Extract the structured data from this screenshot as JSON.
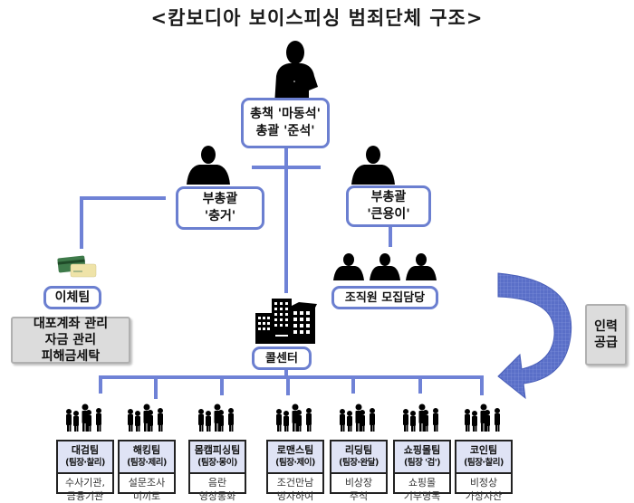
{
  "title": "<캄보디아 보이스피싱 범죄단체 구조>",
  "colors": {
    "connector": "#6f82d6",
    "box_border": "#6b7fd0",
    "gray_box": "#dcdcdc",
    "team_header": "#dfe3f5",
    "arrow": "#6a7fd6"
  },
  "leader": {
    "icon": "person-silhouette-icon",
    "lines": [
      "총책 '마동석'",
      "총괄 '준석'"
    ]
  },
  "deputies": [
    {
      "icon": "person-silhouette-icon",
      "lines": [
        "부총괄",
        "'충거'"
      ]
    },
    {
      "icon": "person-silhouette-icon",
      "lines": [
        "부총괄",
        "'큰용이'"
      ]
    }
  ],
  "transfer_team": {
    "icon": "bank-cards-icon",
    "label": "이체팀",
    "duties": [
      "대포계좌 관리",
      "자금 관리",
      "피해금세탁"
    ]
  },
  "recruiting": {
    "icon": "group-silhouette-icon",
    "label": "조직원 모집담당"
  },
  "call_center": {
    "icon": "building-icon",
    "label": "콜센터"
  },
  "supply": {
    "icon": "curved-arrow-icon",
    "lines": [
      "인력",
      "공급"
    ]
  },
  "teams": [
    {
      "name": "대검팀",
      "lead": "(팀장·찰리)",
      "desc": [
        "수사기관,",
        "금융기관"
      ]
    },
    {
      "name": "해킹팀",
      "lead": "(팀장·제리)",
      "desc": [
        "설문조사",
        "미끼로"
      ]
    },
    {
      "name": "몸캠피싱팀",
      "lead": "(팀장·몽이)",
      "desc": [
        "음란",
        "영상통화"
      ]
    },
    {
      "name": "로맨스팀",
      "lead": "(팀장·제이)",
      "desc": [
        "조건만남",
        "빙자하여"
      ]
    },
    {
      "name": "리딩팀",
      "lead": "(팀장·완달)",
      "desc": [
        "비상장",
        "주식"
      ]
    },
    {
      "name": "쇼핑몰팀",
      "lead": "(팀장 '검')",
      "desc": [
        "쇼핑몰",
        "기부명목"
      ]
    },
    {
      "name": "코인팀",
      "lead": "(팀장·찰리)",
      "desc": [
        "비정상",
        "가상자산"
      ]
    }
  ]
}
